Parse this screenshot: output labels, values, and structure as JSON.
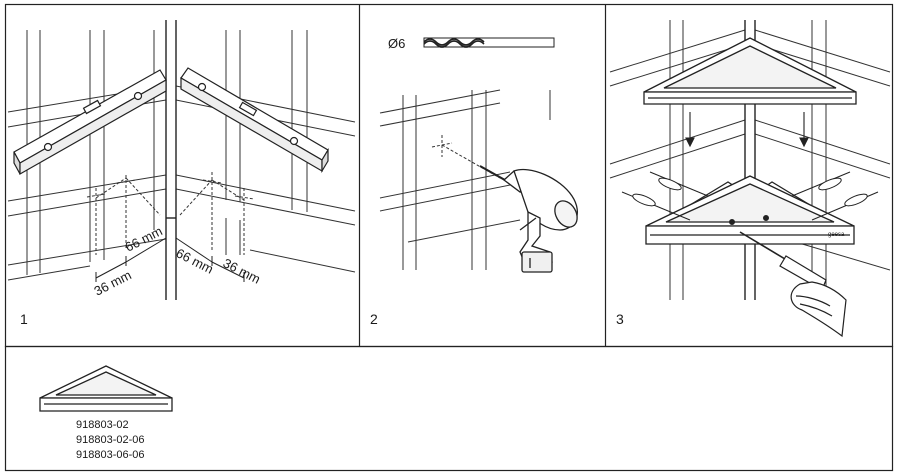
{
  "step1": {
    "number": "1",
    "dimensions": {
      "left_inner": "66 mm",
      "left_outer": "36 mm",
      "right_inner": "66 mm",
      "right_outer": "36 mm"
    }
  },
  "step2": {
    "number": "2",
    "drill_size": "Ø6"
  },
  "step3": {
    "number": "3",
    "brand": "geesa"
  },
  "product": {
    "codes": [
      "918803-02",
      "918803-02-06",
      "918803-06-06"
    ]
  }
}
